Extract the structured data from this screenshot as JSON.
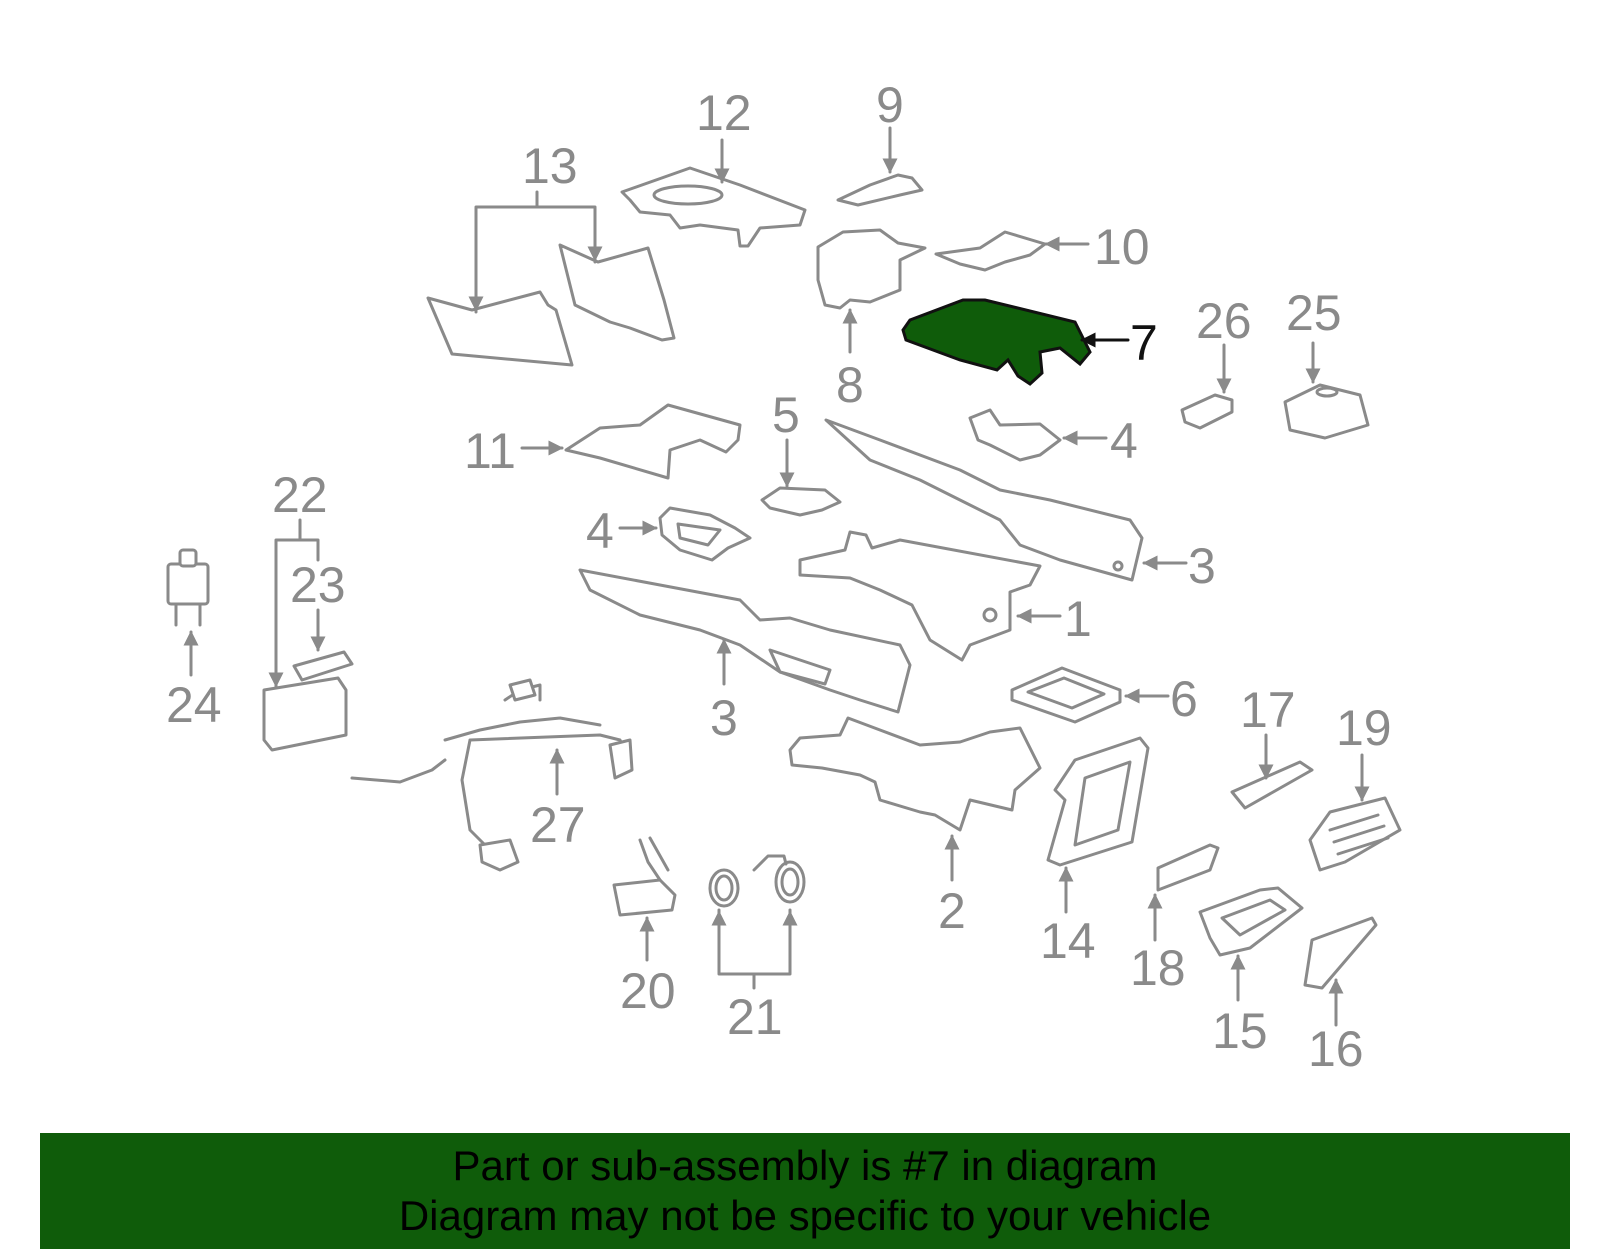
{
  "diagram": {
    "highlight_color": "#0f5c0a",
    "part_stroke_color": "#8a8a8a",
    "highlighted_part": "7",
    "labels": {
      "l1": "1",
      "l2": "2",
      "l3a": "3",
      "l3b": "3",
      "l4a": "4",
      "l4b": "4",
      "l5": "5",
      "l6": "6",
      "l7": "7",
      "l8": "8",
      "l9": "9",
      "l10": "10",
      "l11": "11",
      "l12": "12",
      "l13": "13",
      "l14": "14",
      "l15": "15",
      "l16": "16",
      "l17": "17",
      "l18": "18",
      "l19": "19",
      "l20": "20",
      "l21": "21",
      "l22": "22",
      "l23": "23",
      "l24": "24",
      "l25": "25",
      "l26": "26",
      "l27": "27"
    }
  },
  "banner": {
    "background": "#0f5c0a",
    "line1": "Part or sub-assembly is #7 in diagram",
    "line2": "Diagram may not be specific to your vehicle"
  }
}
